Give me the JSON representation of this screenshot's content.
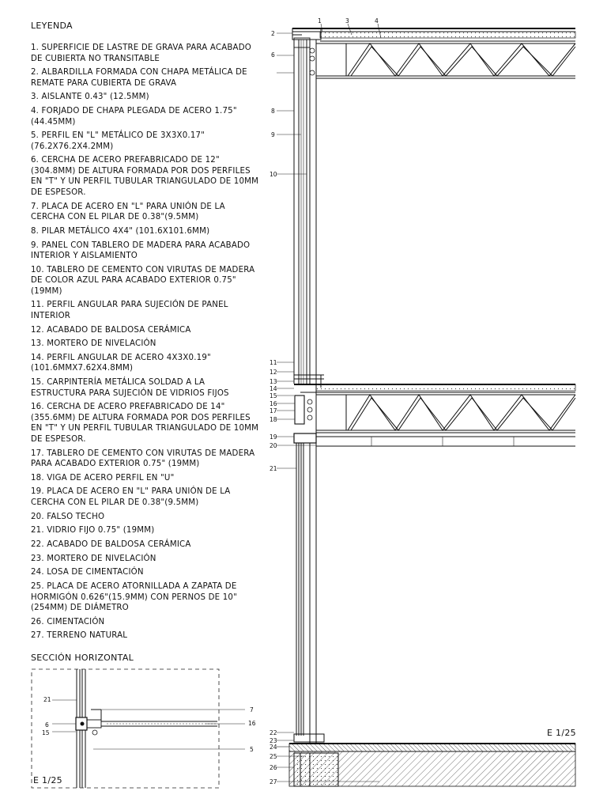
{
  "legend": {
    "title": "LEYENDA",
    "items": [
      "1. SUPERFICIE DE LASTRE DE GRAVA PARA ACABADO DE CUBIERTA NO TRANSITABLE",
      "2. ALBARDILLA FORMADA CON CHAPA METÁLICA DE REMATE PARA CUBIERTA DE GRAVA",
      "3. AISLANTE 0.43\" (12.5MM)",
      "4. FORJADO DE CHAPA PLEGADA DE ACERO 1.75\"(44.45MM)",
      "5. PERFIL EN \"L\" METÁLICO DE 3X3X0.17\"(76.2X76.2X4.2MM)",
      "6. CERCHA DE ACERO PREFABRICADO DE 12\" (304.8MM) DE ALTURA FORMADA POR DOS PERFILES EN \"T\" Y UN PERFIL TUBULAR TRIANGULADO DE 10MM DE ESPESOR.",
      "7. PLACA DE ACERO EN \"L\" PARA UNIÓN DE LA CERCHA CON EL PILAR DE 0.38\"(9.5MM)",
      "8. PILAR METÁLICO 4X4\" (101.6X101.6MM)",
      "9. PANEL CON TABLERO DE MADERA PARA ACABADO INTERIOR Y AISLAMIENTO",
      "10. TABLERO DE CEMENTO CON VIRUTAS DE MADERA DE COLOR AZUL PARA ACABADO EXTERIOR 0.75\" (19MM)",
      "11. PERFIL ANGULAR PARA SUJECIÓN DE PANEL INTERIOR",
      "12. ACABADO DE BALDOSA CERÁMICA",
      "13. MORTERO DE NIVELACIÓN",
      "14. PERFIL ANGULAR DE ACERO 4X3X0.19\" (101.6MMX7.62X4.8MM)",
      "15. CARPINTERÍA METÁLICA SOLDAD A LA ESTRUCTURA PARA SUJECIÓN DE VIDRIOS FIJOS",
      "16. CERCHA DE ACERO PREFABRICADO DE 14\" (355.6MM) DE ALTURA FORMADA POR DOS PERFILES EN \"T\" Y UN PERFIL TUBULAR TRIANGULADO DE 10MM DE ESPESOR.",
      "17. TABLERO DE CEMENTO CON VIRUTAS DE MADERA PARA ACABADO EXTERIOR 0.75\" (19MM)",
      "18. VIGA DE ACERO PERFIL EN \"U\"",
      "19. PLACA DE ACERO EN \"L\" PARA UNIÓN DE LA CERCHA CON EL PILAR DE 0.38\"(9.5MM)",
      "20. FALSO TECHO",
      "21. VIDRIO FIJO 0.75\" (19MM)",
      "22. ACABADO DE BALDOSA CERÁMICA",
      "23. MORTERO DE NIVELACIÓN",
      "24. LOSA DE CIMENTACIÓN",
      "25. PLACA DE ACERO ATORNILLADA A ZAPATA DE HORMIGÓN 0.626\"(15.9MM) CON PERNOS DE 10\"(254MM) DE DIÁMETRO",
      "26. CIMENTACIÓN",
      "27. TERRENO NATURAL"
    ]
  },
  "section": {
    "title": "SECCIÓN HORIZONTAL",
    "scale": "E 1/25",
    "labels": [
      "21",
      "6",
      "15",
      "7",
      "16",
      "5"
    ]
  },
  "elevation": {
    "scale": "E 1/25",
    "labels": [
      "1",
      "3",
      "4",
      "2",
      "6",
      "8",
      "9",
      "10",
      "11",
      "12",
      "13",
      "14",
      "15",
      "16",
      "17",
      "18",
      "19",
      "20",
      "21",
      "22",
      "23",
      "24",
      "25",
      "26",
      "27"
    ]
  }
}
